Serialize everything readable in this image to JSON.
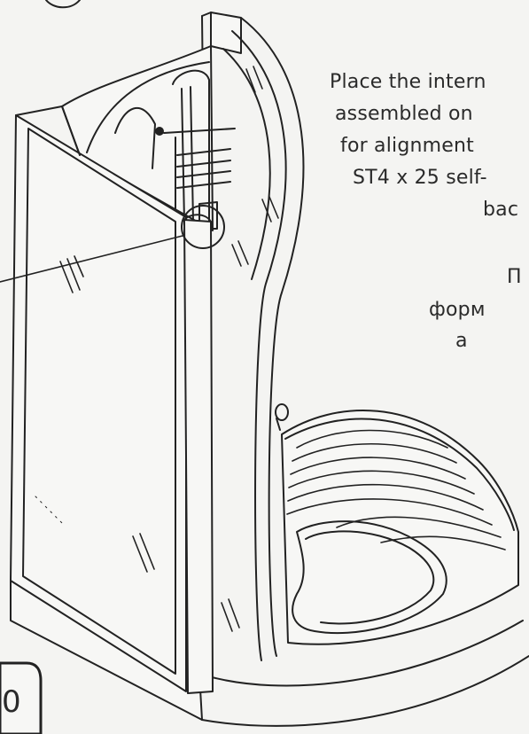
{
  "instructions": {
    "english_lines": [
      "Place the intern",
      "assembled on",
      "for alignment",
      "ST4 x 25 self-",
      "bac"
    ],
    "russian_lines": [
      "П",
      "форм",
      "а"
    ]
  },
  "page_label": "0"
}
